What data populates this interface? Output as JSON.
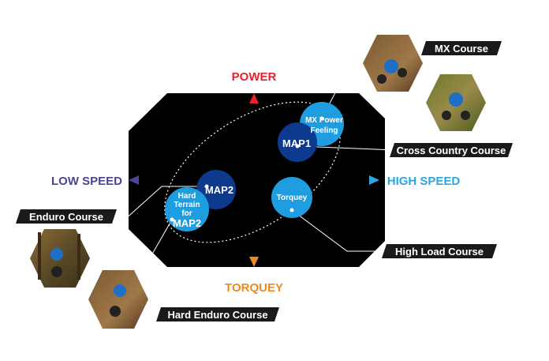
{
  "axes": {
    "top": "POWER",
    "bottom": "TORQUEY",
    "left": "LOW SPEED",
    "right": "HIGH SPEED"
  },
  "bubbles": {
    "map1": "MAP1",
    "mx_power_line1": "MX Power",
    "mx_power_line2": "Feeling",
    "map2": "MAP2",
    "hard_terrain_line1": "Hard",
    "hard_terrain_line2": "Terrain",
    "hard_terrain_line3": "for",
    "hard_terrain_line4": "MAP2",
    "torquey": "Torquey"
  },
  "courses": {
    "mx": "MX Course",
    "cross_country": "Cross Country Course",
    "enduro": "Enduro Course",
    "high_load": "High Load Course",
    "hard_enduro": "Hard Enduro Course"
  },
  "colors": {
    "power": "#e8212b",
    "torquey": "#f08a1e",
    "low_speed": "#4a4596",
    "high_speed": "#2aa7e0",
    "map_dark": "#0d3a8c",
    "map_light": "#1e9ee0",
    "panel": "#000000",
    "tag": "#1a1a1a"
  }
}
